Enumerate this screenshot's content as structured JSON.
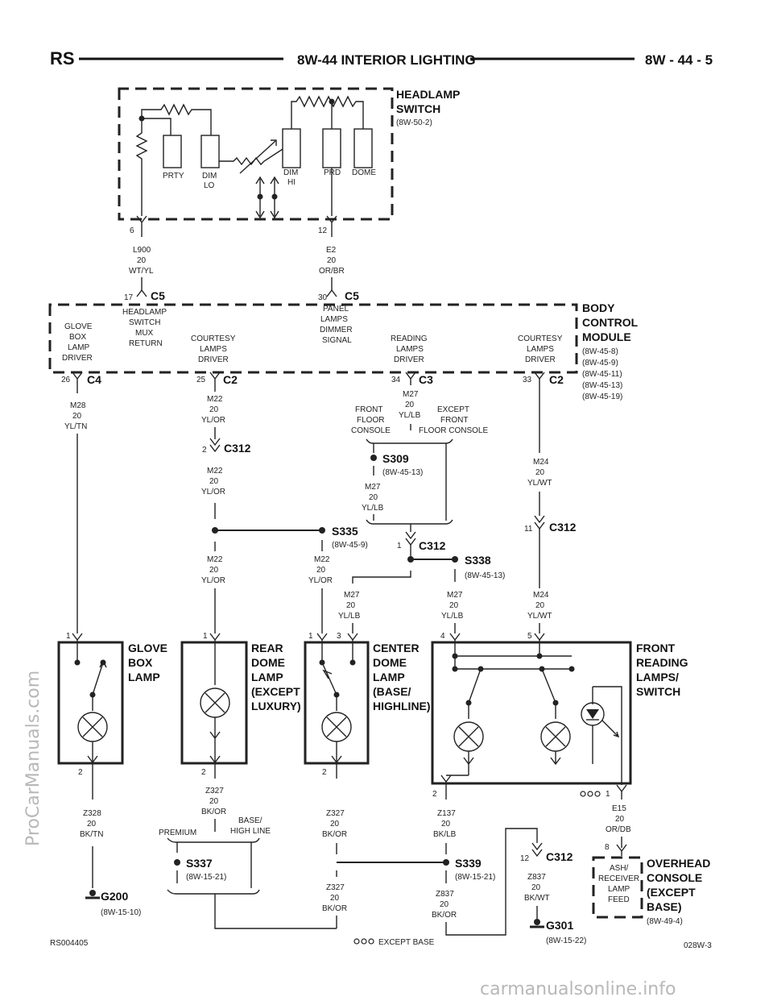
{
  "header": {
    "left": "RS",
    "title": "8W-44 INTERIOR LIGHTING",
    "right": "8W - 44 - 5"
  },
  "headlamp_switch": {
    "title1": "HEADLAMP",
    "title2": "SWITCH",
    "ref": "(8W-50-2)",
    "labels": {
      "prty": "PRTY",
      "dim": "DIM",
      "lo": "LO",
      "dim2": "DIM",
      "hi": "HI",
      "prd": "PRD",
      "dome": "DOME"
    },
    "pin_left": "6",
    "pin_right": "12"
  },
  "wires_top": {
    "l900": [
      "L900",
      "20",
      "WT/YL"
    ],
    "e2": [
      "E2",
      "20",
      "OR/BR"
    ]
  },
  "bcm": {
    "title": [
      "BODY",
      "CONTROL",
      "MODULE"
    ],
    "refs": [
      "(8W-45-8)",
      "(8W-45-9)",
      "(8W-45-11)",
      "(8W-45-13)",
      "(8W-45-19)"
    ],
    "conn_top_left": {
      "pin": "17",
      "name": "C5"
    },
    "conn_top_right": {
      "pin": "30",
      "name": "C5"
    },
    "labels": {
      "glove": [
        "GLOVE",
        "BOX",
        "LAMP",
        "DRIVER"
      ],
      "hl_return": [
        "HEADLAMP",
        "SWITCH",
        "MUX",
        "RETURN"
      ],
      "courtesy1": [
        "COURTESY",
        "LAMPS",
        "DRIVER"
      ],
      "panel": [
        "PANEL",
        "LAMPS",
        "DIMMER",
        "SIGNAL"
      ],
      "reading": [
        "READING",
        "LAMPS",
        "DRIVER"
      ],
      "courtesy2": [
        "COURTESY",
        "LAMPS",
        "DRIVER"
      ]
    },
    "conn_bottom": [
      {
        "pin": "26",
        "name": "C4"
      },
      {
        "pin": "25",
        "name": "C2"
      },
      {
        "pin": "34",
        "name": "C3"
      },
      {
        "pin": "33",
        "name": "C2"
      }
    ]
  },
  "wires_mid": {
    "m28": [
      "M28",
      "20",
      "YL/TN"
    ],
    "m22a": [
      "M22",
      "20",
      "YL/OR"
    ],
    "m22b": [
      "M22",
      "20",
      "YL/OR"
    ],
    "m22c": [
      "M22",
      "20",
      "YL/OR"
    ],
    "m22d": [
      "M22",
      "20",
      "YL/OR"
    ],
    "m27a": [
      "M27",
      "20",
      "YL/LB"
    ],
    "m27b": [
      "M27",
      "20",
      "YL/LB"
    ],
    "m27c": [
      "M27",
      "20",
      "YL/LB"
    ],
    "m27d": [
      "M27",
      "20",
      "YL/LB"
    ],
    "m24a": [
      "M24",
      "20",
      "YL/WT"
    ],
    "m24b": [
      "M24",
      "20",
      "YL/WT"
    ],
    "front_floor": [
      "FRONT",
      "FLOOR",
      "CONSOLE"
    ],
    "except_front": [
      "EXCEPT",
      "FRONT",
      "FLOOR CONSOLE"
    ]
  },
  "splices": {
    "c312_2": {
      "pin": "2",
      "name": "C312"
    },
    "s309": {
      "name": "S309",
      "ref": "(8W-45-13)"
    },
    "s335": {
      "name": "S335",
      "ref": "(8W-45-9)"
    },
    "c312_1": {
      "pin": "1",
      "name": "C312"
    },
    "s338": {
      "name": "S338",
      "ref": "(8W-45-13)"
    },
    "c312_11": {
      "pin": "11",
      "name": "C312"
    }
  },
  "components": {
    "glove": {
      "title": [
        "GLOVE",
        "BOX",
        "LAMP"
      ],
      "pin_top": "1",
      "pin_bottom": "2"
    },
    "rear": {
      "title": [
        "REAR",
        "DOME",
        "LAMP",
        "(EXCEPT",
        "LUXURY)"
      ],
      "pin_top": "1",
      "pin_bottom": "2"
    },
    "center": {
      "title": [
        "CENTER",
        "DOME",
        "LAMP",
        "(BASE/",
        "HIGHLINE)"
      ],
      "pin_top1": "1",
      "pin_top3": "3",
      "pin_bottom": "2"
    },
    "front": {
      "title": [
        "FRONT",
        "READING",
        "LAMPS/",
        "SWITCH"
      ],
      "pin_top4": "4",
      "pin_top5": "5",
      "pin_bottom2": "2",
      "pin_bottom1": "1"
    }
  },
  "wires_bottom": {
    "z328": [
      "Z328",
      "20",
      "BK/TN"
    ],
    "z327a": [
      "Z327",
      "20",
      "BK/OR"
    ],
    "z327b": [
      "Z327",
      "20",
      "BK/OR"
    ],
    "z327c": [
      "Z327",
      "20",
      "BK/OR"
    ],
    "z137": [
      "Z137",
      "20",
      "BK/LB"
    ],
    "z837a": [
      "Z837",
      "20",
      "BK/OR"
    ],
    "z837b": [
      "Z837",
      "20",
      "BK/WT"
    ],
    "e15": [
      "E15",
      "20",
      "OR/DB"
    ],
    "premium": "PREMIUM",
    "base_high": [
      "BASE/",
      "HIGH LINE"
    ]
  },
  "grounds": {
    "g200": {
      "name": "G200",
      "ref": "(8W-15-10)"
    },
    "s337": {
      "name": "S337",
      "ref": "(8W-15-21)"
    },
    "s339": {
      "name": "S339",
      "ref": "(8W-15-21)"
    },
    "c312_12": {
      "pin": "12",
      "name": "C312"
    },
    "g301": {
      "name": "G301",
      "ref": "(8W-15-22)"
    }
  },
  "overhead": {
    "pin": "8",
    "box": [
      "ASH/",
      "RECEIVER",
      "LAMP",
      "FEED"
    ],
    "title": [
      "OVERHEAD",
      "CONSOLE",
      "(EXCEPT",
      "BASE)"
    ],
    "ref": "(8W-49-4)"
  },
  "footer": {
    "left": "RS004405",
    "legend": "EXCEPT BASE",
    "right": "028W-3"
  },
  "watermarks": {
    "side": "ProCarManuals.com",
    "bottom": "carmanualsonline.info"
  }
}
